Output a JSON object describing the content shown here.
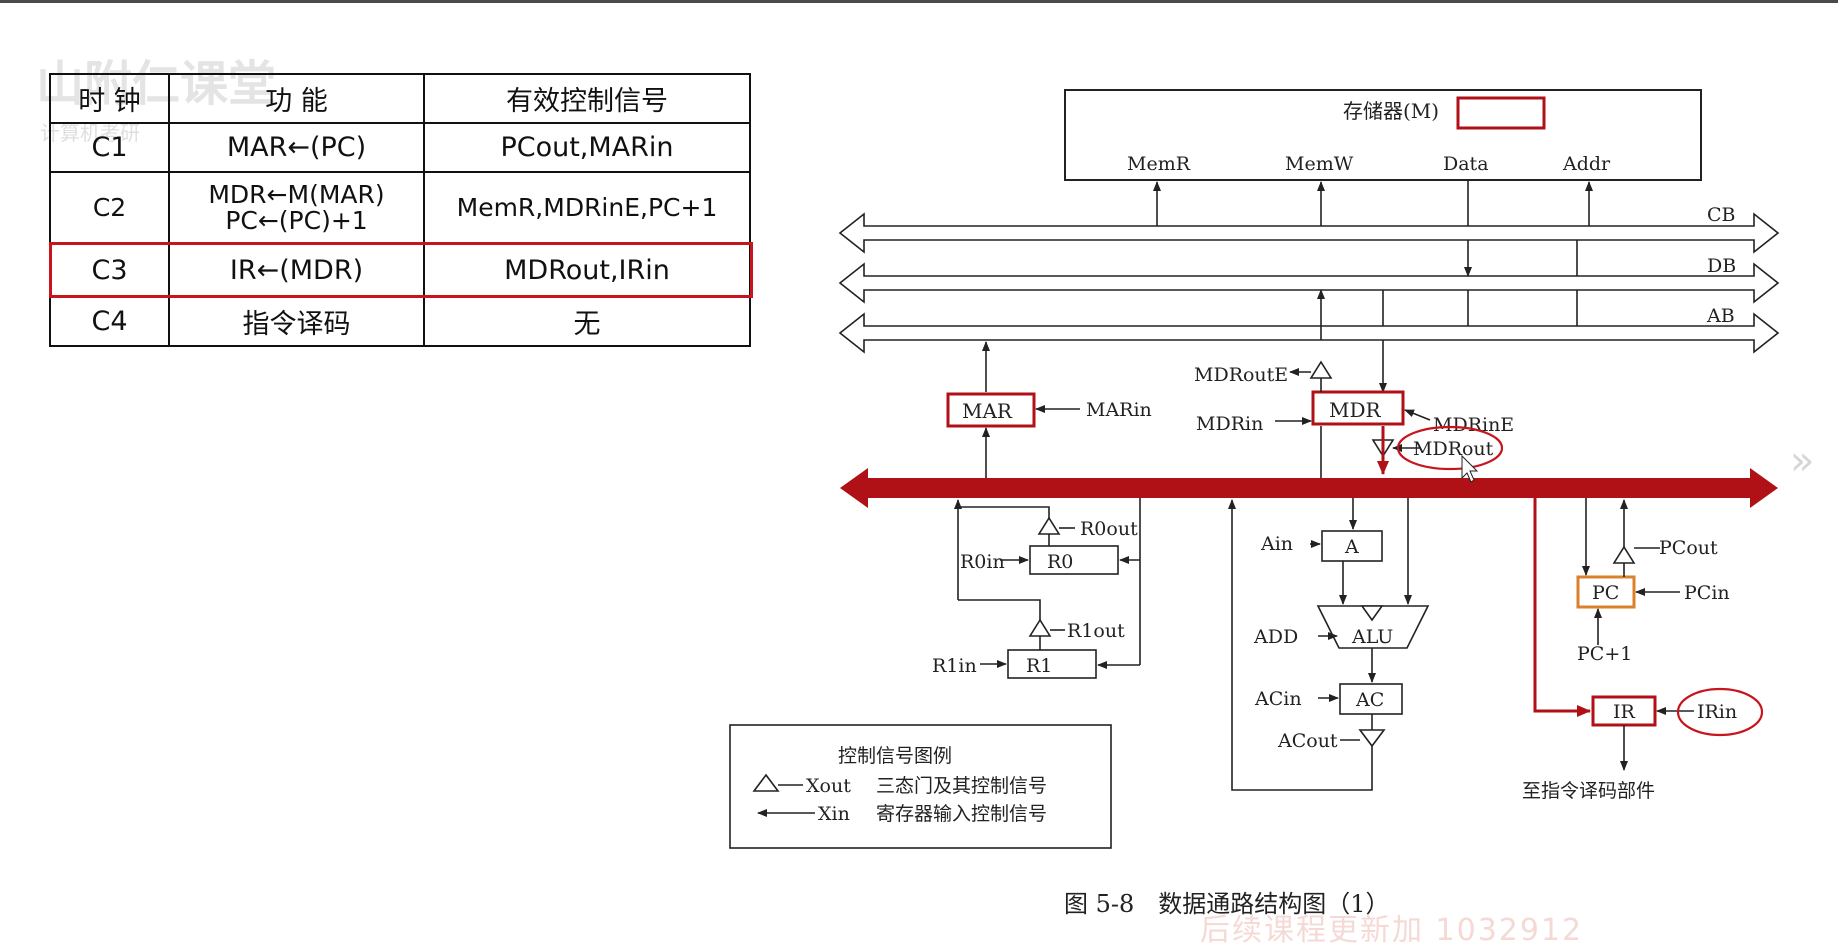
{
  "watermark": {
    "brand": "山附仁课堂",
    "subtext": "计算机考研",
    "bottom_text": "后续课程更新加 1032912"
  },
  "table": {
    "headers": [
      "时 钟",
      "功 能",
      "有效控制信号"
    ],
    "rows": [
      {
        "clock": "C1",
        "function": "MAR←(PC)",
        "signals": "PCout,MARin"
      },
      {
        "clock": "C2",
        "function_line1": "MDR←M(MAR)",
        "function_line2": "PC←(PC)+1",
        "signals": "MemR,MDRinE,PC+1"
      },
      {
        "clock": "C3",
        "function": "IR←(MDR)",
        "signals": "MDRout,IRin",
        "highlighted": true
      },
      {
        "clock": "C4",
        "function": "指令译码",
        "signals": "无"
      }
    ]
  },
  "diagram": {
    "memory": {
      "label": "存储器(M)",
      "ports": [
        "MemR",
        "MemW",
        "Data",
        "Addr"
      ]
    },
    "buses": [
      "CB",
      "DB",
      "AB"
    ],
    "registers": {
      "mar": "MAR",
      "mdr": "MDR",
      "r0": "R0",
      "r1": "R1",
      "a": "A",
      "alu": "ALU",
      "ac": "AC",
      "pc": "PC",
      "ir": "IR"
    },
    "signals": {
      "marin": "MARin",
      "mdroute": "MDRoutE",
      "mdrin": "MDRin",
      "mdrine": "MDRinE",
      "mdrout": "MDRout",
      "r0out": "R0out",
      "r0in": "R0in",
      "r1out": "R1out",
      "r1in": "R1in",
      "ain": "Ain",
      "add": "ADD",
      "acin": "ACin",
      "acout": "ACout",
      "pcout": "PCout",
      "pcin": "PCin",
      "pcplus1": "PC+1",
      "irin": "IRin",
      "decode": "至指令译码部件"
    },
    "legend": {
      "title": "控制信号图例",
      "row1_symbol": "Xout",
      "row1_text": "三态门及其控制信号",
      "row2_symbol": "Xin",
      "row2_text": "寄存器输入控制信号"
    },
    "caption": "图 5-8　数据通路结构图（1）",
    "colors": {
      "highlight": "#c8151d",
      "bus": "#b01116",
      "pc_border": "#d9822b"
    }
  },
  "nav": {
    "next": "»"
  }
}
